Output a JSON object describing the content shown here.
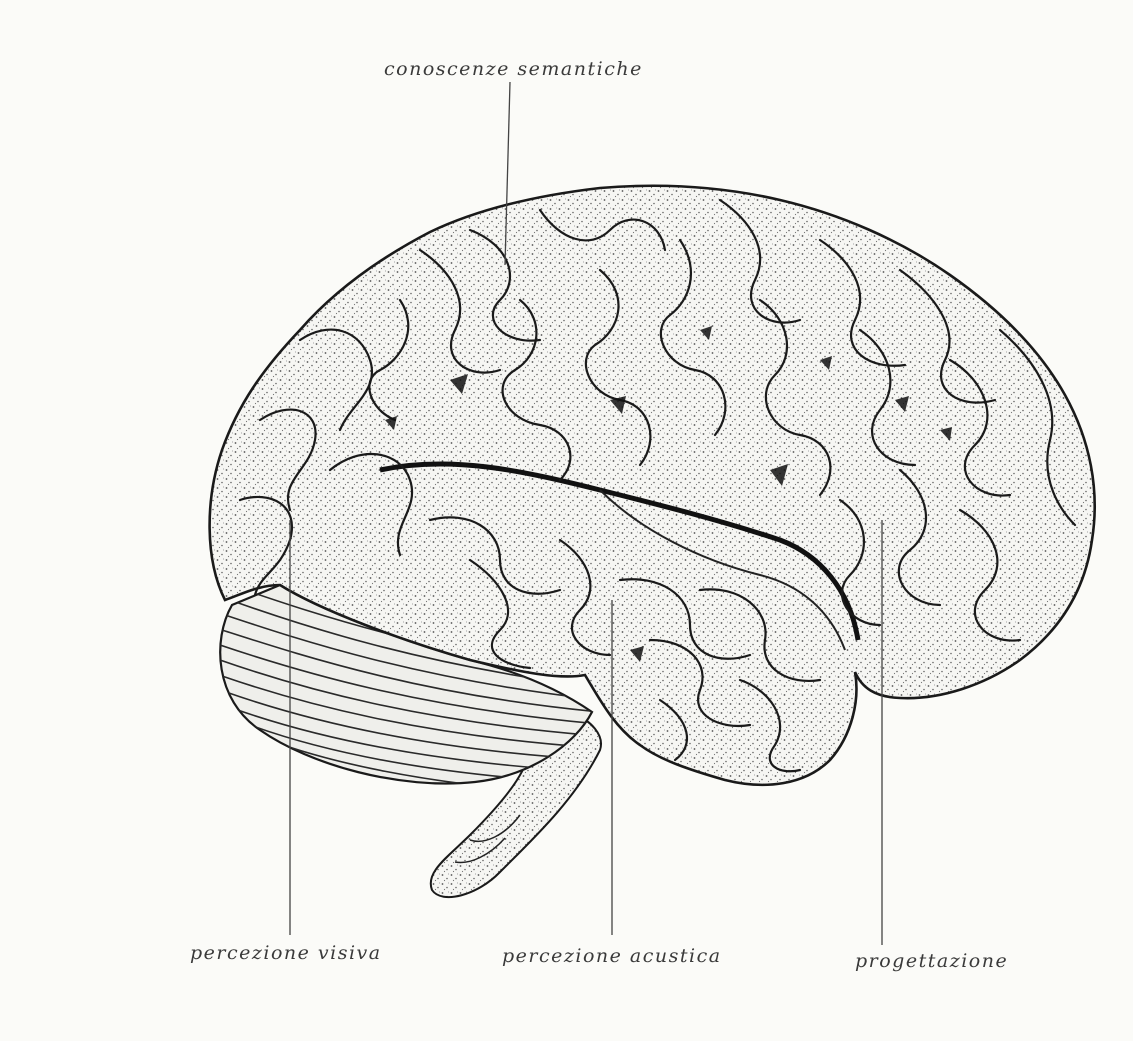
{
  "labels": {
    "semantic": "conoscenze semantiche",
    "visual": "percezione visiva",
    "acoustic": "percezione acustica",
    "design": "progettazione"
  },
  "colors": {
    "background": "#fbfbf8",
    "ink": "#1a1a1a",
    "cortex_shade": "#7a7a7a"
  }
}
